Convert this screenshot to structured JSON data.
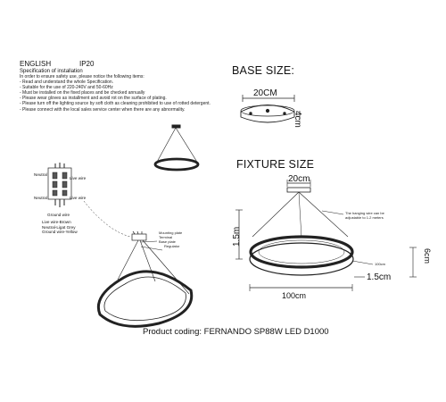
{
  "header": {
    "language": "ENGLISH",
    "ip_rating": "IP20"
  },
  "spec": {
    "title": "Specification of installation",
    "lines": [
      "In order to ensure safety use, please notice the following items:",
      "- Read and understand the whole Specification.",
      "- Suitable for the use of 220-240V and 50-60Hz",
      "- Must be installed on the fixed places and be checked annually",
      "- Please wear gloves as installment and avoid rot on the surface of plating.",
      "- Please turn off the lighting source by soft cloth as cleaning prohibited to use of rotted detergent.",
      "- Please connect with the local sales service center when there are any abnormality."
    ]
  },
  "base": {
    "title": "BASE SIZE:",
    "width_label": "20CM",
    "height_label": "4cm"
  },
  "fixture": {
    "title": "FIXTURE SIZE",
    "canopy_label": "20cm",
    "cable_length_label": "1.5m",
    "ring_height_label": "6cm",
    "ring_width_label": "1.5cm",
    "diameter_label": "100cm",
    "inner_label": "100cm",
    "hanging_note": "The hanging wire can be adjustable to 1.2 meters"
  },
  "wiring": {
    "neutral_1": "Neutral",
    "live_1": "Live wire",
    "neutral_2": "Neutral",
    "live_2": "Live wire",
    "ground": "Ground wire",
    "legend": [
      "Live wire-Brown",
      "Neutral-Ligat Grey",
      "Ground wire-Yellow"
    ]
  },
  "parts": {
    "mounting_plate": "Mounting plate",
    "terminal": "Terminal",
    "base_plate": "Base plate",
    "regulator": "Regulator"
  },
  "product_coding": "Product coding: FERNANDO SP88W LED D1000"
}
